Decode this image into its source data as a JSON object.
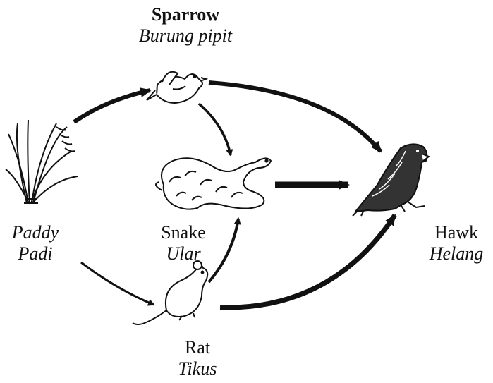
{
  "organisms": {
    "sparrow": {
      "en": "Sparrow",
      "my": "Burung pipit"
    },
    "paddy": {
      "en": "Paddy",
      "my": "Padi"
    },
    "snake": {
      "en": "Snake",
      "my": "Ular"
    },
    "hawk": {
      "en": "Hawk",
      "my": "Helang"
    },
    "rat": {
      "en": "Rat",
      "my": "Tikus"
    }
  },
  "links": [
    {
      "from": "paddy",
      "to": "sparrow"
    },
    {
      "from": "paddy",
      "to": "rat"
    },
    {
      "from": "sparrow",
      "to": "snake"
    },
    {
      "from": "sparrow",
      "to": "hawk"
    },
    {
      "from": "rat",
      "to": "snake"
    },
    {
      "from": "rat",
      "to": "hawk"
    },
    {
      "from": "snake",
      "to": "hawk"
    }
  ]
}
